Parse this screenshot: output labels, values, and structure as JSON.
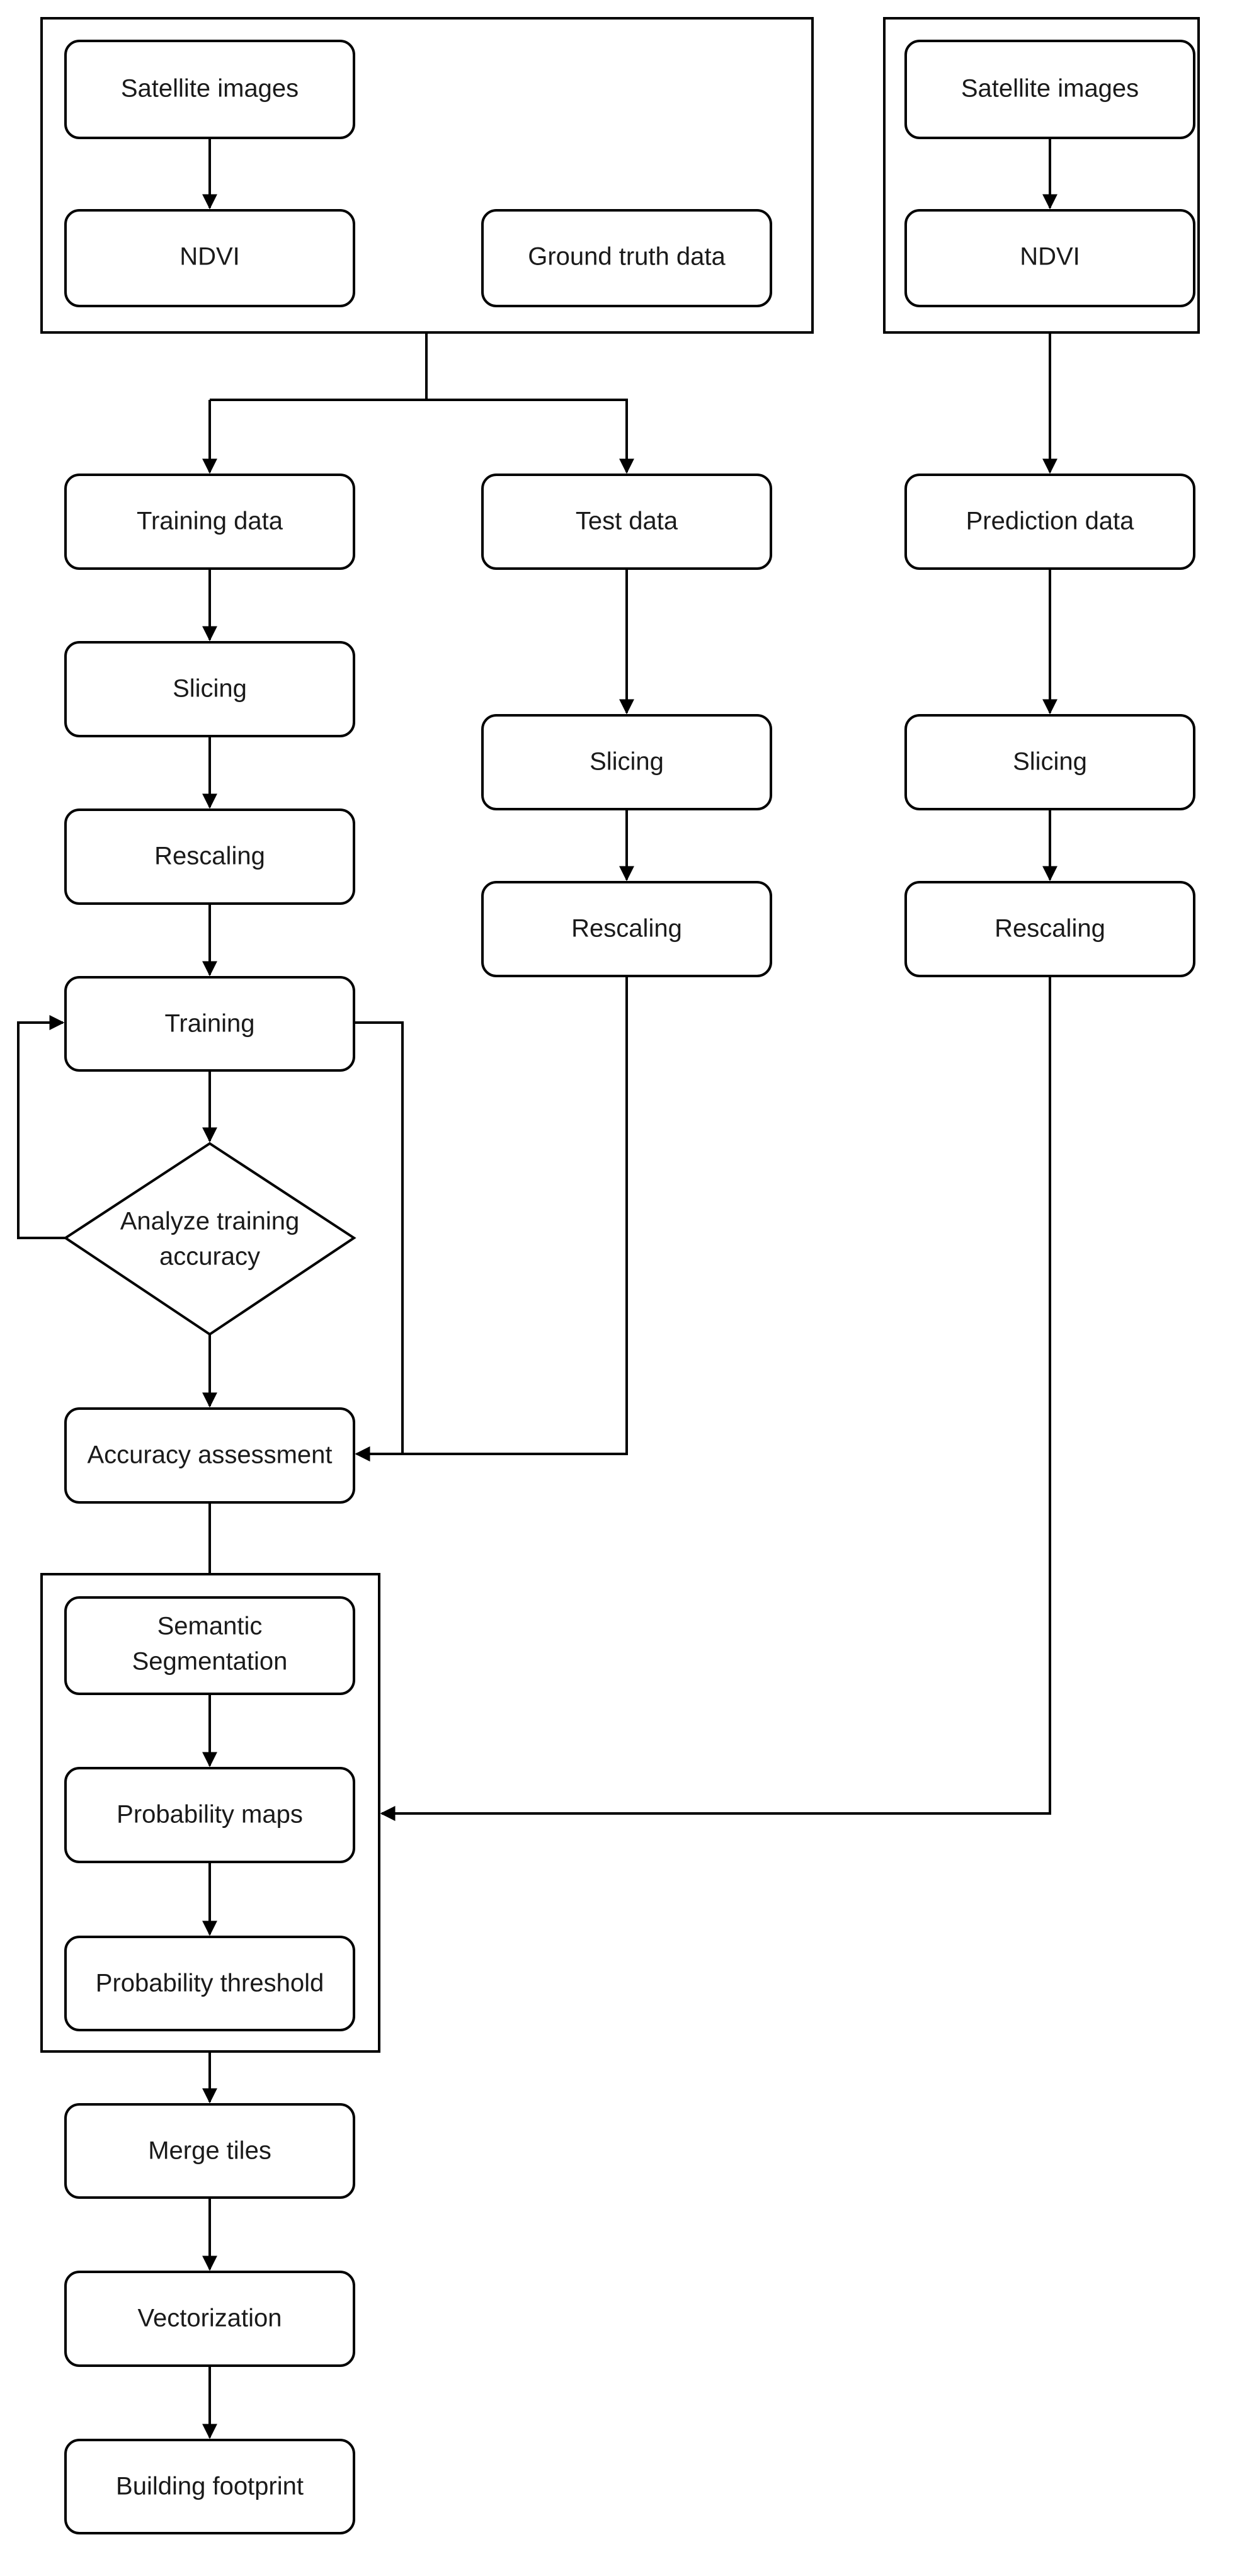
{
  "nodes": {
    "sat_left": "Satellite images",
    "ndvi_left": "NDVI",
    "ground_truth": "Ground truth data",
    "sat_right": "Satellite images",
    "ndvi_right": "NDVI",
    "training_data": "Training data",
    "test_data": "Test data",
    "prediction_data": "Prediction data",
    "slicing_train": "Slicing",
    "slicing_test": "Slicing",
    "slicing_pred": "Slicing",
    "rescaling_train": "Rescaling",
    "rescaling_test": "Rescaling",
    "rescaling_pred": "Rescaling",
    "training": "Training",
    "analyze_line1": "Analyze training",
    "analyze_line2": "accuracy",
    "accuracy_assessment": "Accuracy assessment",
    "semantic_line1": "Semantic",
    "semantic_line2": "Segmentation",
    "probability_maps": "Probability maps",
    "probability_threshold": "Probability threshold",
    "merge_tiles": "Merge tiles",
    "vectorization": "Vectorization",
    "building_footprint": "Building footprint"
  },
  "colors": {
    "stroke": "#000000",
    "fill": "#ffffff",
    "text": "#1a1a1a"
  }
}
